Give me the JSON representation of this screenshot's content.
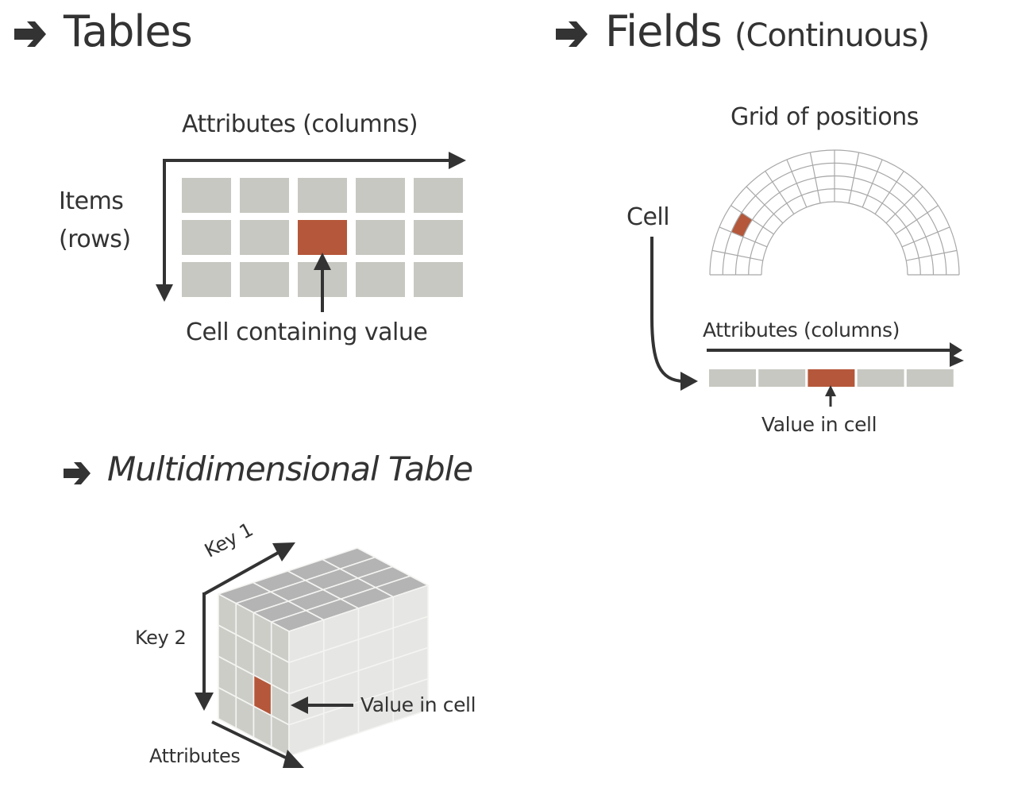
{
  "colors": {
    "text": "#333333",
    "cell": "#c8c8c2",
    "highlight": "#b5573a",
    "grid_line": "#a8a8a8",
    "cube_top": "#b4b4b4",
    "cube_left": "#cdcdc8",
    "cube_right": "#e6e6e4",
    "arrow": "#333333"
  },
  "sections": {
    "tables": {
      "arrow_icon": "right-arrow-icon",
      "title": "Tables",
      "columns_label": "Attributes (columns)",
      "rows_label_line1": "Items",
      "rows_label_line2": "(rows)",
      "cell_label": "Cell containing value",
      "grid": {
        "rows": 3,
        "cols": 5,
        "highlight_row": 1,
        "highlight_col": 2
      }
    },
    "fields": {
      "arrow_icon": "right-arrow-icon",
      "title": "Fields",
      "title_suffix": "(Continuous)",
      "grid_label": "Grid of positions",
      "cell_label": "Cell",
      "columns_label": "Attributes (columns)",
      "value_label": "Value in cell",
      "polar_grid": {
        "rings": 4,
        "sectors": 16,
        "highlight_ring": 3,
        "highlight_sector": 2
      },
      "strip": {
        "cols": 5,
        "highlight_col": 2
      }
    },
    "multidimensional": {
      "arrow_icon": "right-arrow-icon",
      "title": "Multidimensional Table",
      "key1_label": "Key 1",
      "key2_label": "Key 2",
      "attributes_label": "Attributes",
      "value_label": "Value in cell",
      "cube": {
        "key1": 4,
        "key2": 4,
        "attributes": 4,
        "highlight": {
          "attr": 2,
          "key2": 2
        }
      }
    }
  }
}
